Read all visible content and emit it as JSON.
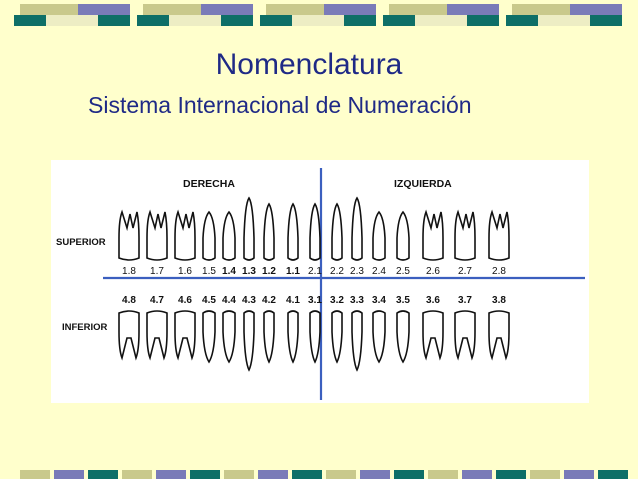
{
  "slide": {
    "title": "Nomenclatura",
    "subtitle": "Sistema Internacional de Numeración"
  },
  "colors": {
    "background": "#ffffcc",
    "text": "#1f2a86",
    "band_teal": "#0e6f67",
    "band_olive": "#c9c98c",
    "band_purple": "#7a7bb8",
    "band_light": "#ededc4",
    "divider": "#3b5fbf"
  },
  "chart": {
    "right_label": "DERECHA",
    "left_label": "IZQUIERDA",
    "upper_label": "SUPERIOR",
    "lower_label": "INFERIOR",
    "upper_numbers": [
      "1.8",
      "1.7",
      "1.6",
      "1.5",
      "1.4",
      "1.3",
      "1.2",
      "1.1",
      "2.1",
      "2.2",
      "2.3",
      "2.4",
      "2.5",
      "2.6",
      "2.7",
      "2.8"
    ],
    "lower_numbers": [
      "4.8",
      "4.7",
      "4.6",
      "4.5",
      "4.4",
      "4.3",
      "4.2",
      "4.1",
      "3.1",
      "3.2",
      "3.3",
      "3.4",
      "3.5",
      "3.6",
      "3.7",
      "3.8"
    ],
    "tooth_types": [
      "molar",
      "molar",
      "molar",
      "premolar",
      "premolar",
      "canine",
      "incisor",
      "incisor",
      "incisor",
      "incisor",
      "canine",
      "premolar",
      "premolar",
      "molar",
      "molar",
      "molar"
    ]
  }
}
